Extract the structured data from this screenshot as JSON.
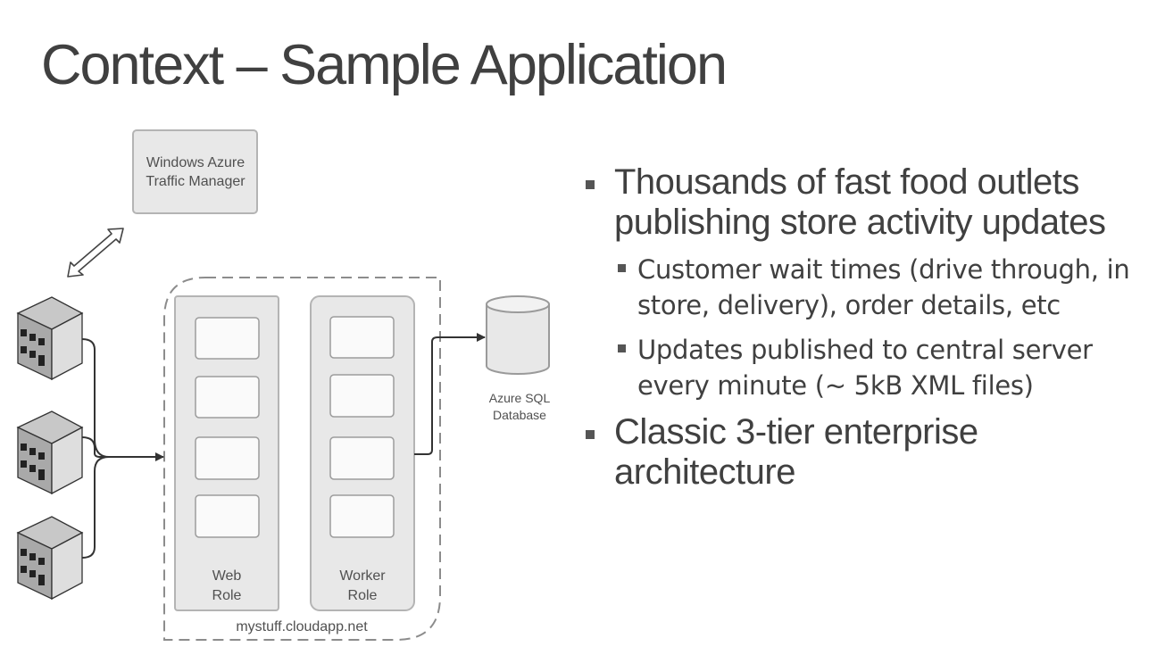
{
  "slide": {
    "title": "Context – Sample Application"
  },
  "diagram": {
    "traffic_manager_lines": [
      "Windows Azure",
      "Traffic Manager"
    ],
    "web_role_lines": [
      "Web",
      "Role"
    ],
    "worker_role_lines": [
      "Worker",
      "Role"
    ],
    "cloud_service_label": "mystuff.cloudapp.net",
    "database_lines": [
      "Azure SQL",
      "Database"
    ]
  },
  "bullets": [
    {
      "text": "Thousands of fast food outlets publishing store activity updates",
      "sub": [
        "Customer wait times (drive through, in store, delivery), order details, etc",
        "Updates published to central server every minute (~ 5kB XML files)"
      ]
    },
    {
      "text": "Classic 3-tier enterprise architecture",
      "sub": []
    }
  ],
  "colors": {
    "text": "#404040",
    "panel": "#e8e8e8",
    "line": "#333333"
  },
  "icons": {
    "store": "building-icon",
    "database": "database-cylinder-icon",
    "link": "double-arrow-icon",
    "bullet": "square-bullet-icon"
  }
}
